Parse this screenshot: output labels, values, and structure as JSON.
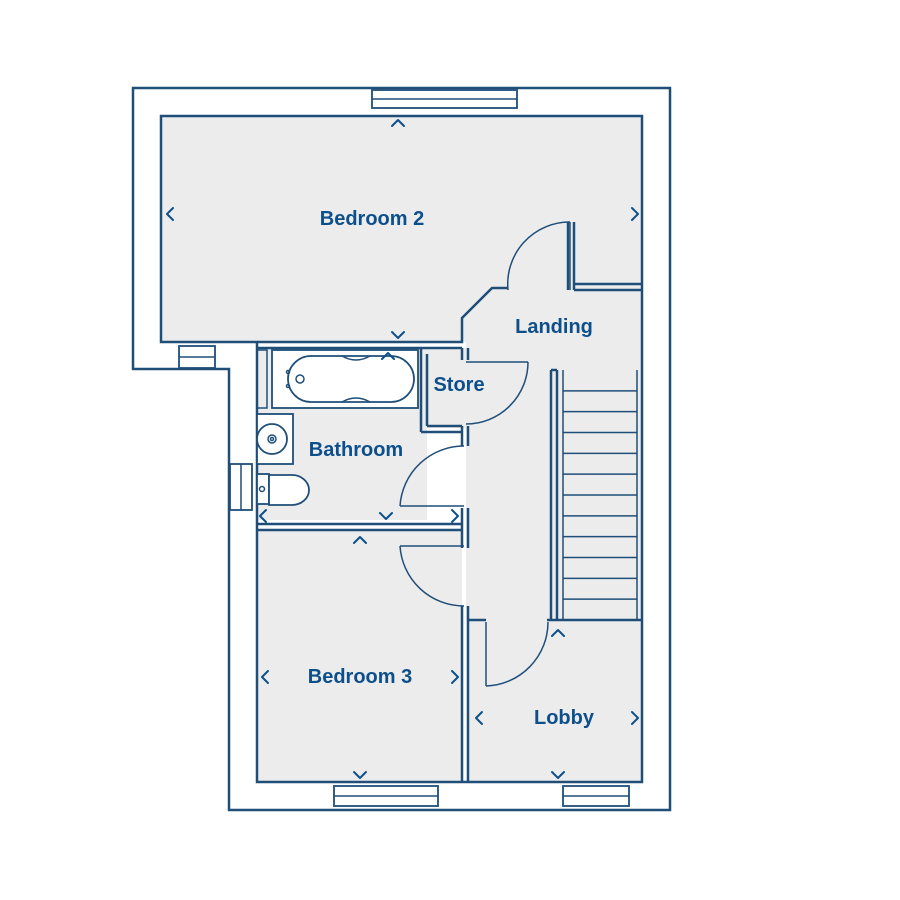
{
  "colors": {
    "wall": "#1f4e79",
    "room_fill": "#ececec",
    "label": "#0d4f8b",
    "background": "#ffffff"
  },
  "rooms": [
    {
      "id": "bedroom-2",
      "label": "Bedroom 2"
    },
    {
      "id": "landing",
      "label": "Landing"
    },
    {
      "id": "store",
      "label": "Store"
    },
    {
      "id": "bathroom",
      "label": "Bathroom"
    },
    {
      "id": "bedroom-3",
      "label": "Bedroom 3"
    },
    {
      "id": "lobby",
      "label": "Lobby"
    }
  ],
  "fixtures": [
    "bath-icon",
    "basin-icon",
    "toilet-icon",
    "staircase-icon"
  ],
  "stair_treads": 12
}
